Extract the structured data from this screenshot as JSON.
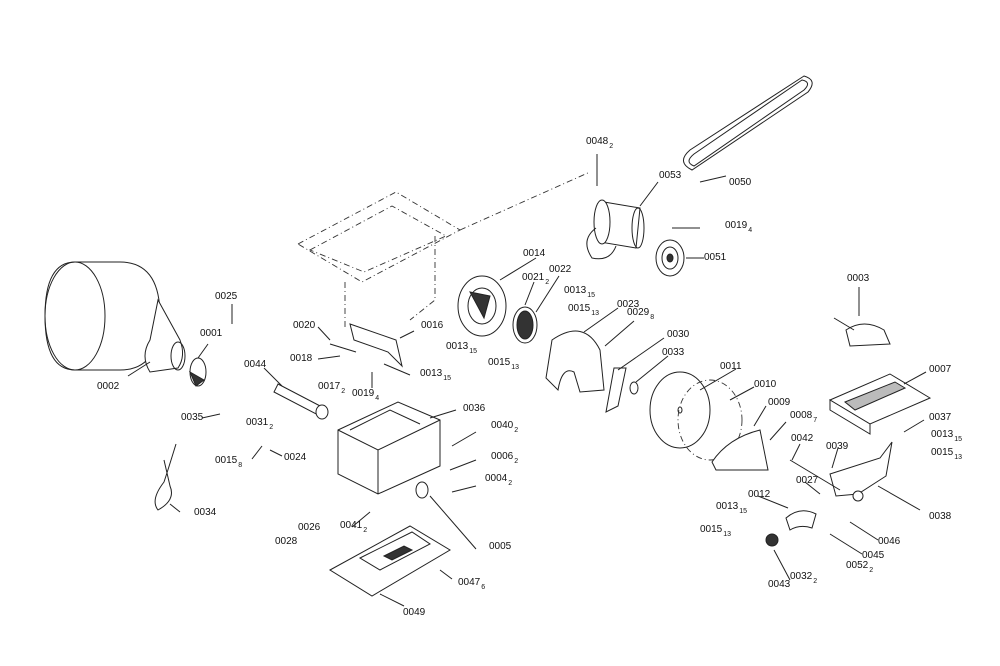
{
  "labels": {
    "p0001": {
      "num": "0001",
      "qty": ""
    },
    "p0002": {
      "num": "0002",
      "qty": ""
    },
    "p0003": {
      "num": "0003",
      "qty": ""
    },
    "p0004": {
      "num": "0004",
      "qty": "2"
    },
    "p0005": {
      "num": "0005",
      "qty": ""
    },
    "p0006": {
      "num": "0006",
      "qty": "2"
    },
    "p0007": {
      "num": "0007",
      "qty": ""
    },
    "p0008": {
      "num": "0008",
      "qty": "7"
    },
    "p0009": {
      "num": "0009",
      "qty": ""
    },
    "p0010": {
      "num": "0010",
      "qty": ""
    },
    "p0011": {
      "num": "0011",
      "qty": ""
    },
    "p0012": {
      "num": "0012",
      "qty": ""
    },
    "p0013a": {
      "num": "0013",
      "qty": "15"
    },
    "p0013b": {
      "num": "0013",
      "qty": "15"
    },
    "p0013c": {
      "num": "0013",
      "qty": "15"
    },
    "p0013d": {
      "num": "0013",
      "qty": "15"
    },
    "p0013e": {
      "num": "0013",
      "qty": "15"
    },
    "p0014": {
      "num": "0014",
      "qty": ""
    },
    "p0015a": {
      "num": "0015",
      "qty": "13"
    },
    "p0015b": {
      "num": "0015",
      "qty": "13"
    },
    "p0015c": {
      "num": "0015",
      "qty": "8"
    },
    "p0015d": {
      "num": "0015",
      "qty": "13"
    },
    "p0015e": {
      "num": "0015",
      "qty": "13"
    },
    "p0016": {
      "num": "0016",
      "qty": ""
    },
    "p0017": {
      "num": "0017",
      "qty": "2"
    },
    "p0018": {
      "num": "0018",
      "qty": ""
    },
    "p0019a": {
      "num": "0019",
      "qty": "4"
    },
    "p0019b": {
      "num": "0019",
      "qty": "4"
    },
    "p0020": {
      "num": "0020",
      "qty": ""
    },
    "p0021": {
      "num": "0021",
      "qty": "2"
    },
    "p0022": {
      "num": "0022",
      "qty": ""
    },
    "p0023": {
      "num": "0023",
      "qty": ""
    },
    "p0024": {
      "num": "0024",
      "qty": ""
    },
    "p0025": {
      "num": "0025",
      "qty": ""
    },
    "p0026": {
      "num": "0026",
      "qty": ""
    },
    "p0027": {
      "num": "0027",
      "qty": ""
    },
    "p0028": {
      "num": "0028",
      "qty": ""
    },
    "p0029": {
      "num": "0029",
      "qty": "8"
    },
    "p0030": {
      "num": "0030",
      "qty": ""
    },
    "p0031": {
      "num": "0031",
      "qty": "2"
    },
    "p0032": {
      "num": "0032",
      "qty": "2"
    },
    "p0033": {
      "num": "0033",
      "qty": ""
    },
    "p0034": {
      "num": "0034",
      "qty": ""
    },
    "p0035": {
      "num": "0035",
      "qty": ""
    },
    "p0036": {
      "num": "0036",
      "qty": ""
    },
    "p0037": {
      "num": "0037",
      "qty": ""
    },
    "p0038": {
      "num": "0038",
      "qty": ""
    },
    "p0039": {
      "num": "0039",
      "qty": ""
    },
    "p0040": {
      "num": "0040",
      "qty": "2"
    },
    "p0041": {
      "num": "0041",
      "qty": "2"
    },
    "p0042": {
      "num": "0042",
      "qty": ""
    },
    "p0043": {
      "num": "0043",
      "qty": ""
    },
    "p0044": {
      "num": "0044",
      "qty": ""
    },
    "p0045": {
      "num": "0045",
      "qty": ""
    },
    "p0046": {
      "num": "0046",
      "qty": ""
    },
    "p0047": {
      "num": "0047",
      "qty": "6"
    },
    "p0048": {
      "num": "0048",
      "qty": "2"
    },
    "p0049": {
      "num": "0049",
      "qty": ""
    },
    "p0050": {
      "num": "0050",
      "qty": ""
    },
    "p0051": {
      "num": "0051",
      "qty": ""
    },
    "p0052": {
      "num": "0052",
      "qty": "2"
    },
    "p0053": {
      "num": "0053",
      "qty": ""
    }
  }
}
